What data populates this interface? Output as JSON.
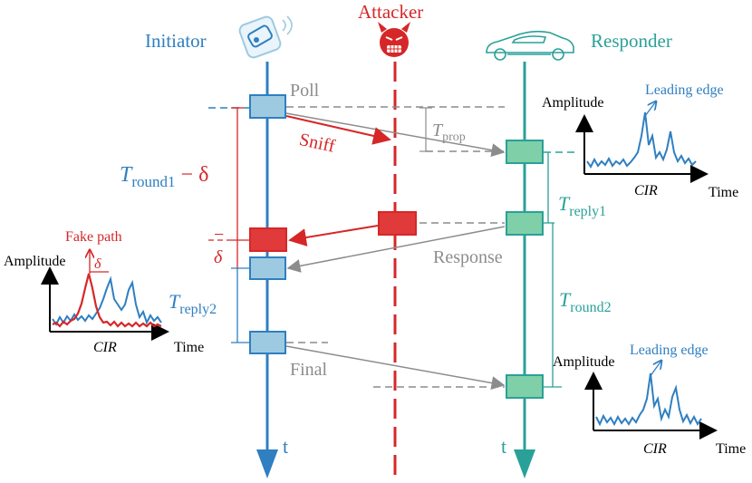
{
  "participants": {
    "initiator": "Initiator",
    "attacker": "Attacker",
    "responder": "Responder",
    "time_axis": "t"
  },
  "messages": {
    "poll": "Poll",
    "sniff": "Sniff",
    "response": "Response",
    "final": "Final"
  },
  "timing": {
    "t_prop": {
      "main": "T",
      "sub": "prop"
    },
    "t_round1": {
      "main": "T",
      "sub": "round1",
      "suffix": " − δ"
    },
    "t_reply1": {
      "main": "T",
      "sub": "reply1"
    },
    "t_reply2": {
      "main": "T",
      "sub": "reply2"
    },
    "t_round2": {
      "main": "T",
      "sub": "round2"
    },
    "delta": "δ",
    "minus": "−"
  },
  "cir_plots": {
    "responder_top": {
      "ylabel": "Amplitude",
      "xlabel": "Time",
      "caption": "CIR",
      "annotation": "Leading edge"
    },
    "responder_bottom": {
      "ylabel": "Amplitude",
      "xlabel": "Time",
      "caption": "CIR",
      "annotation": "Leading edge"
    },
    "initiator": {
      "ylabel": "Amplitude",
      "xlabel": "Time",
      "caption": "CIR",
      "annotation": "Fake path",
      "delta": "δ"
    }
  },
  "icons": [
    "key-fob-icon",
    "devil-face-icon",
    "car-icon"
  ],
  "colors": {
    "initiator": "#2f7fc1",
    "attacker": "#d62728",
    "responder": "#2aa198",
    "message": "#8c8c8c",
    "box_blue": "#9ecae1",
    "box_red": "#e03a3a",
    "box_green": "#7fcfa8"
  }
}
